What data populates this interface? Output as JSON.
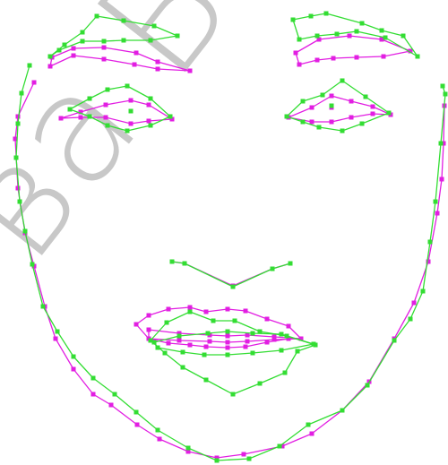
{
  "watermark": {
    "text": "ва БГУ"
  },
  "colors": {
    "background": "#ffffff",
    "model_a": "#33dd33",
    "model_b": "#e21ee2",
    "overlap": "#222222",
    "watermark": "#c8c8c8"
  },
  "landmark_models": [
    {
      "name": "",
      "color_key": "model_a"
    },
    {
      "name": "",
      "color_key": "model_b"
    }
  ]
}
